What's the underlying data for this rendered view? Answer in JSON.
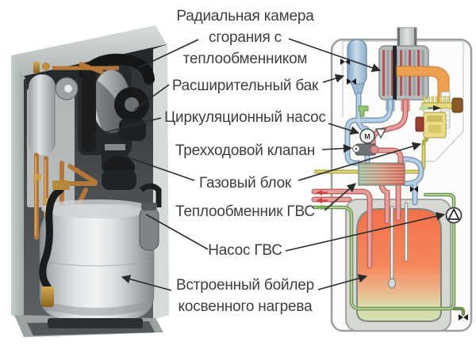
{
  "figure": {
    "subject": "Внутреннее устройство газового котла: фотография и гидравлическая схема",
    "panels": [
      "boiler-photo",
      "hydraulic-schematic"
    ]
  },
  "labels": [
    {
      "id": "radial-combustion-chamber",
      "lines": [
        "Радиальная камера",
        "сгорания с",
        "теплообменником"
      ]
    },
    {
      "id": "expansion-tank",
      "text": "Расширительный бак"
    },
    {
      "id": "circulation-pump",
      "text": "Циркуляционный насос"
    },
    {
      "id": "three-way-valve",
      "text": "Трехходовой клапан"
    },
    {
      "id": "gas-block",
      "text": "Газовый блок"
    },
    {
      "id": "dhw-heat-exchanger",
      "text": "Теплообменник ГВС"
    },
    {
      "id": "dhw-pump",
      "text": "Насос ГВС"
    },
    {
      "id": "indirect-boiler",
      "lines": [
        "Встроенный бойлер",
        "косвенного нагрева"
      ]
    }
  ],
  "schematic": {
    "pump_symbol_letter": "M"
  },
  "colors": {
    "label_text": "#3d3e40",
    "callout_line": "#2b2b2b",
    "tank_orange": "#f2714a",
    "tank_bottom_green": "#cfe2b0",
    "expansion_tank_blue": "#9bb8d2",
    "pipe_red": "#e6a09c",
    "pipe_blue": "#b7d0e4",
    "pipe_gas_yellow": "#b3ab4d",
    "pipe_water_green": "#b2cf92",
    "flame_duct_orange": "#eda14f",
    "gas_block_yellow": "#ecdc8a"
  }
}
